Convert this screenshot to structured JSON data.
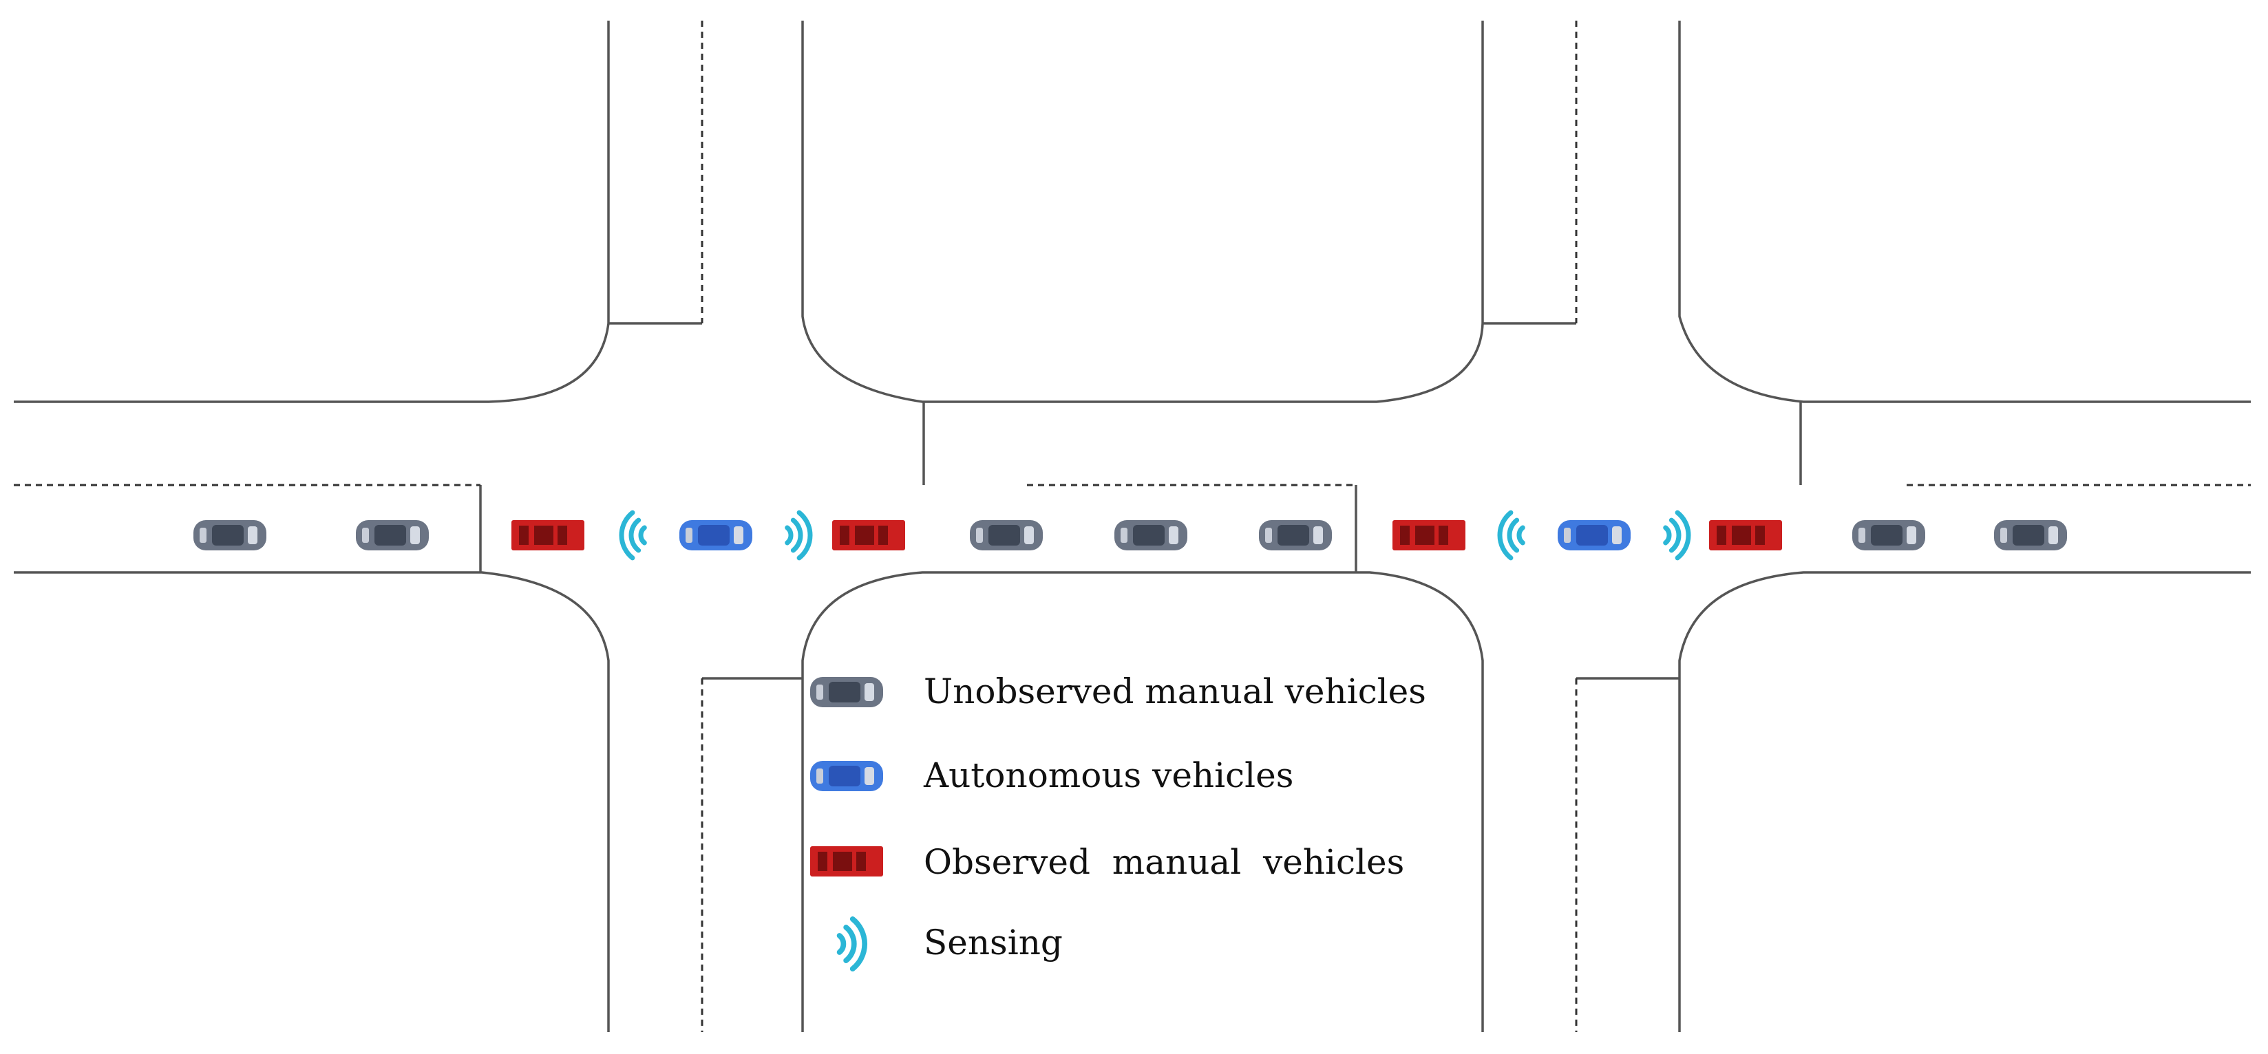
{
  "colors": {
    "background": "#ffffff",
    "road_edge": "#555555",
    "lane_divider": "#333333",
    "manual_unobserved": "#6b7484",
    "manual_unobserved_window": "#3e4756",
    "autonomous": "#3f7ae0",
    "autonomous_window": "#2a55b8",
    "manual_observed": "#cc1f1f",
    "manual_observed_window": "#7a0f0f",
    "sensing": "#2bb6d6"
  },
  "vehicles": [
    {
      "id": "v1",
      "type": "manual_unobserved"
    },
    {
      "id": "v2",
      "type": "manual_unobserved"
    },
    {
      "id": "v3",
      "type": "manual_observed"
    },
    {
      "id": "v4",
      "type": "autonomous"
    },
    {
      "id": "v5",
      "type": "manual_observed"
    },
    {
      "id": "v6",
      "type": "manual_unobserved"
    },
    {
      "id": "v7",
      "type": "manual_unobserved"
    },
    {
      "id": "v8",
      "type": "manual_unobserved"
    },
    {
      "id": "v9",
      "type": "manual_observed"
    },
    {
      "id": "v10",
      "type": "autonomous"
    },
    {
      "id": "v11",
      "type": "manual_observed"
    },
    {
      "id": "v12",
      "type": "manual_unobserved"
    },
    {
      "id": "v13",
      "type": "manual_unobserved"
    }
  ],
  "legend": {
    "items": [
      {
        "key": "manual_unobserved",
        "icon": "unobserved-vehicle-icon",
        "label": "Unobserved manual vehicles"
      },
      {
        "key": "autonomous",
        "icon": "autonomous-vehicle-icon",
        "label": "Autonomous vehicles"
      },
      {
        "key": "manual_observed",
        "icon": "observed-vehicle-icon",
        "label": "Observed  manual  vehicles"
      },
      {
        "key": "sensing",
        "icon": "sensing-icon",
        "label": "Sensing"
      }
    ]
  }
}
